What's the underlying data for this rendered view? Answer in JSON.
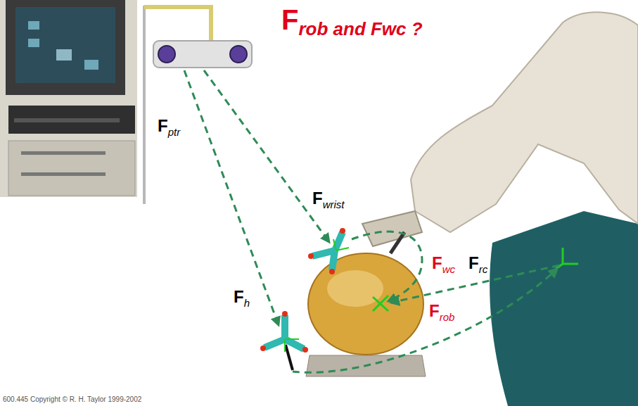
{
  "diagram": {
    "title": "Frob and Fwc ?",
    "labels": [
      "Fptr",
      "Fwrist",
      "Fh",
      "Fwc",
      "Frc",
      "Frob",
      "600.445 Copyright © R. H. Taylor 1999-2002"
    ]
  }
}
